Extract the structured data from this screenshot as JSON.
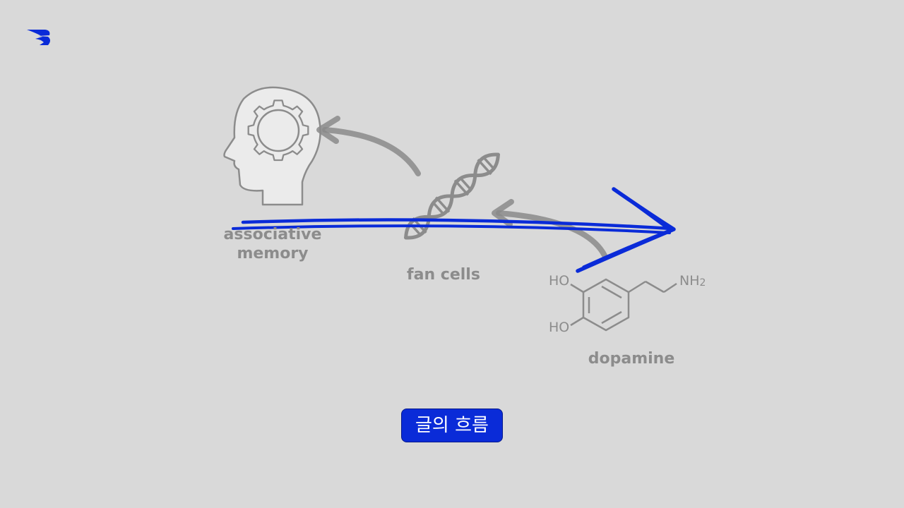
{
  "logo": {
    "icon": "brand-logo-icon",
    "color": "#0a2bd8"
  },
  "nodes": {
    "associative_memory": {
      "label_line1": "associative",
      "label_line2": "memory",
      "icon": "head-gear-icon"
    },
    "fan_cells": {
      "label": "fan cells",
      "icon": "dna-icon"
    },
    "dopamine": {
      "label": "dopamine",
      "icon": "dopamine-structure-icon",
      "structure_labels": {
        "ho_top": "HO",
        "ho_bottom": "HO",
        "amine": "NH",
        "amine_subscript": "2"
      }
    }
  },
  "edges": [
    {
      "from": "dopamine",
      "to": "fan_cells",
      "style": "gray-arrow"
    },
    {
      "from": "fan_cells",
      "to": "associative_memory",
      "style": "gray-arrow"
    }
  ],
  "flow_arrow": {
    "direction": "left-to-right",
    "color": "#0a2bd8"
  },
  "badge": {
    "label": "글의 흐름",
    "color": "#0a2bd8"
  },
  "colors": {
    "background": "#d9d9d9",
    "gray_icon": "#8c8c8c",
    "accent": "#0a2bd8"
  }
}
